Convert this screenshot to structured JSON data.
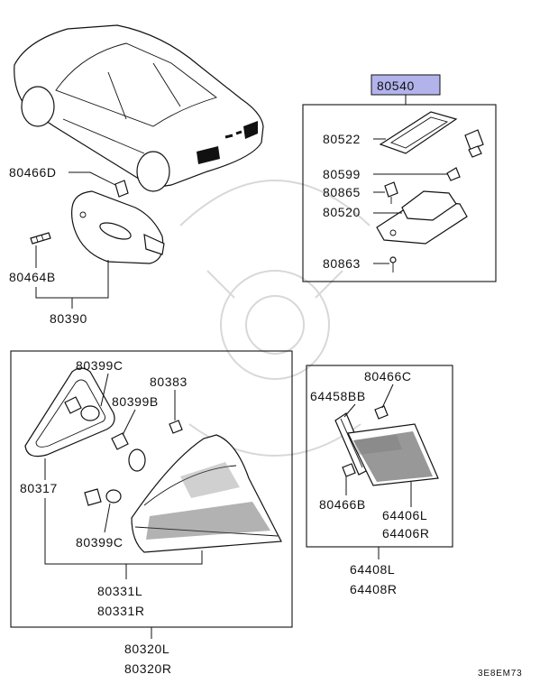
{
  "labels": {
    "p80540": "80540",
    "p80522": "80522",
    "p80599": "80599",
    "p80865": "80865",
    "p80520": "80520",
    "p80863": "80863",
    "p80466D": "80466D",
    "p80464B": "80464B",
    "p80390": "80390",
    "p80399C_top": "80399C",
    "p80383": "80383",
    "p80399B": "80399B",
    "p80317": "80317",
    "p80399C_bottom": "80399C",
    "p80331L": "80331L",
    "p80331R": "80331R",
    "p80320L": "80320L",
    "p80320R": "80320R",
    "p80466C": "80466C",
    "p64458BB": "64458BB",
    "p80466B": "80466B",
    "p64406L": "64406L",
    "p64406R": "64406R",
    "p64408L": "64408L",
    "p64408R": "64408R"
  },
  "diagram_code": "3E8EM73",
  "colors": {
    "highlight_fill": "#b3b3ec",
    "line": "#111111"
  }
}
